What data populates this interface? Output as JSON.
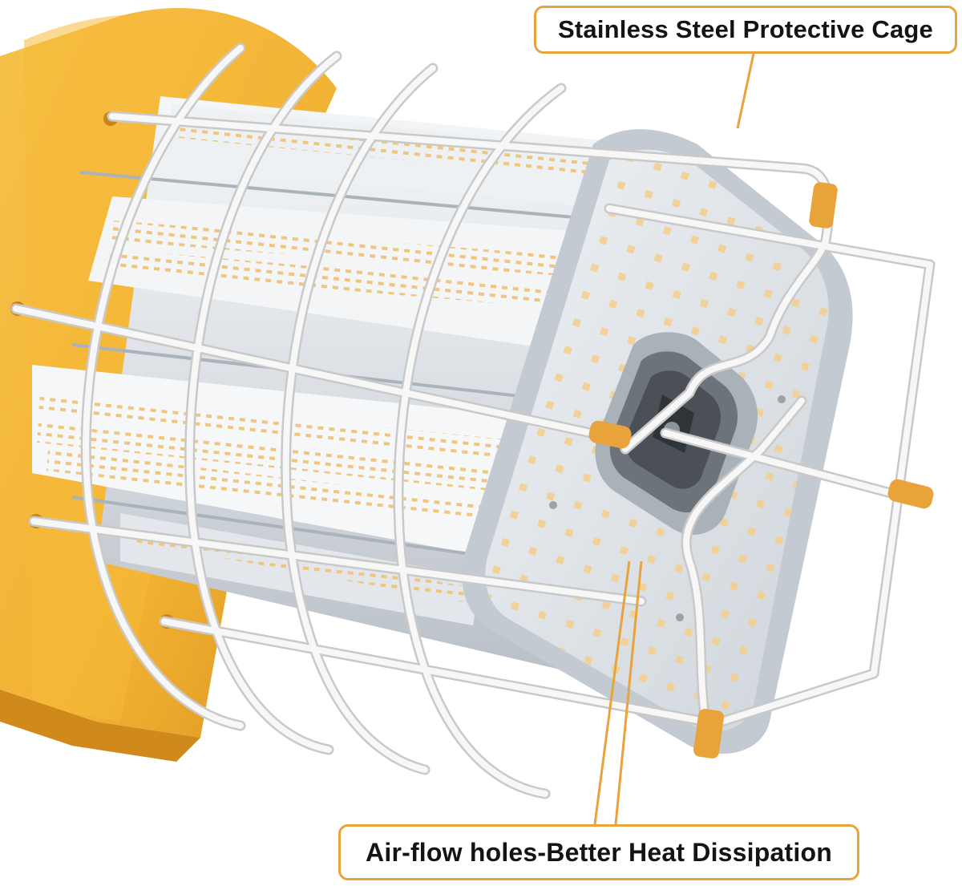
{
  "image": {
    "subject": "Caged LED work light with stainless steel protective cage",
    "colors": {
      "housing": "#f2b233",
      "housing_shadow": "#d9921e",
      "accent": "#e8a33a",
      "cage": "#f7f7f7",
      "cage_outline": "#c9c9c9",
      "led": "#f3cf8f",
      "aluminum": "#d8dde2",
      "background": "#ffffff"
    }
  },
  "callouts": {
    "cage_label": "Stainless Steel Protective Cage",
    "airflow_label": "Air-flow holes-Better Heat Dissipation"
  }
}
